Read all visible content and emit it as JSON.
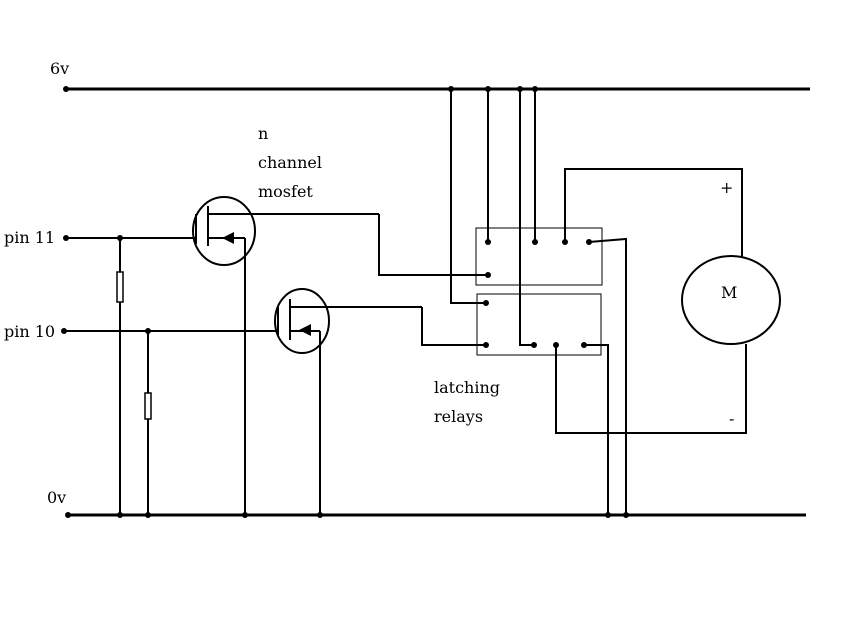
{
  "labels": {
    "rail_6v": "6v",
    "rail_0v": "0v",
    "pin11": "pin 11",
    "pin10": "pin 10",
    "mosfet": [
      "n",
      "channel",
      "mosfet"
    ],
    "relays": [
      "latching",
      "relays"
    ],
    "motor": "M",
    "motor_plus": "+",
    "motor_minus": "-"
  }
}
